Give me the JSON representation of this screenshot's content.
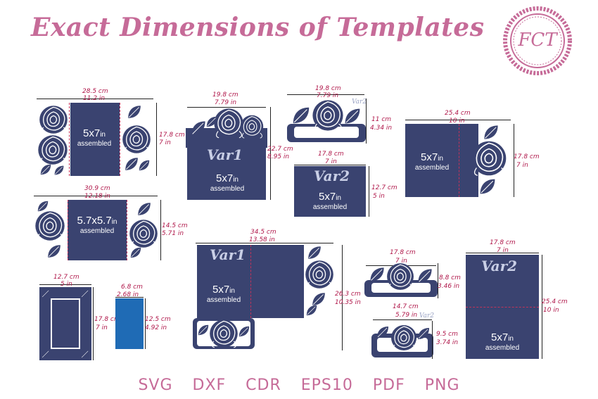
{
  "title": "Exact Dimensions of Templates",
  "logo": {
    "text": "FCT",
    "color": "#c66b98"
  },
  "colors": {
    "card": "#3a4370",
    "accent": "#c66b98",
    "dimension": "#b0174a",
    "blue_card": "#1f6bb5"
  },
  "templates": {
    "t1": {
      "size": "5x7",
      "unit": "in",
      "caption": "assembled",
      "w_cm": "28.5 cm",
      "w_in": "11.2 in",
      "h_cm": "17.8 cm",
      "h_in": "7 in"
    },
    "t2": {
      "variant": "Var1",
      "size": "5x7",
      "unit": "in",
      "caption": "assembled",
      "w_cm": "19.8 cm",
      "w_in": "7.79 in",
      "h_cm": "22.7 cm",
      "h_in": "8.95 in"
    },
    "t3": {
      "variant": "Var2",
      "w_cm": "19.8 cm",
      "w_in": "7.79 in",
      "h_cm": "11 cm",
      "h_in": "4.34 in"
    },
    "t4": {
      "variant": "Var2",
      "size": "5x7",
      "unit": "in",
      "caption": "assembled",
      "w_cm": "17.8 cm",
      "w_in": "7 in",
      "h_cm": "12.7 cm",
      "h_in": "5 in"
    },
    "t5": {
      "size": "5x7",
      "unit": "in",
      "caption": "assembled",
      "w_cm": "25.4 cm",
      "w_in": "10 in",
      "h_cm": "17.8 cm",
      "h_in": "7 in"
    },
    "t6": {
      "size": "5.7x5.7",
      "unit": "in",
      "caption": "assembled",
      "w_cm": "30.9 cm",
      "w_in": "12.18 in",
      "h_cm": "14.5 cm",
      "h_in": "5.71 in"
    },
    "t7": {
      "w_cm": "12.7 cm",
      "w_in": "5 in",
      "h_cm": "17.8 cm",
      "h_in": "7 in"
    },
    "t8": {
      "w_cm": "6.8 cm",
      "w_in": "2.68 in",
      "h_cm": "12.5 cm",
      "h_in": "4.92 in"
    },
    "t9": {
      "variant": "Var1",
      "size": "5x7",
      "unit": "in",
      "caption": "assembled",
      "w_cm": "34.5 cm",
      "w_in": "13.58 in",
      "h_cm": "26.3 cm",
      "h_in": "10.35 in"
    },
    "t10": {
      "w_cm": "17.8 cm",
      "w_in": "7 in",
      "h_cm": "8.8 cm",
      "h_in": "3.46 in"
    },
    "t11": {
      "variant": "Var2",
      "w_cm": "14.7 cm",
      "w_in": "5.79 in",
      "h_cm": "9.5 cm",
      "h_in": "3.74 in"
    },
    "t12": {
      "variant": "Var2",
      "size": "5x7",
      "unit": "in",
      "caption": "assembled",
      "w_cm": "17.8 cm",
      "w_in": "7 in",
      "h_cm": "25.4 cm",
      "h_in": "10 in"
    }
  },
  "formats": [
    "SVG",
    "DXF",
    "CDR",
    "EPS10",
    "PDF",
    "PNG"
  ]
}
